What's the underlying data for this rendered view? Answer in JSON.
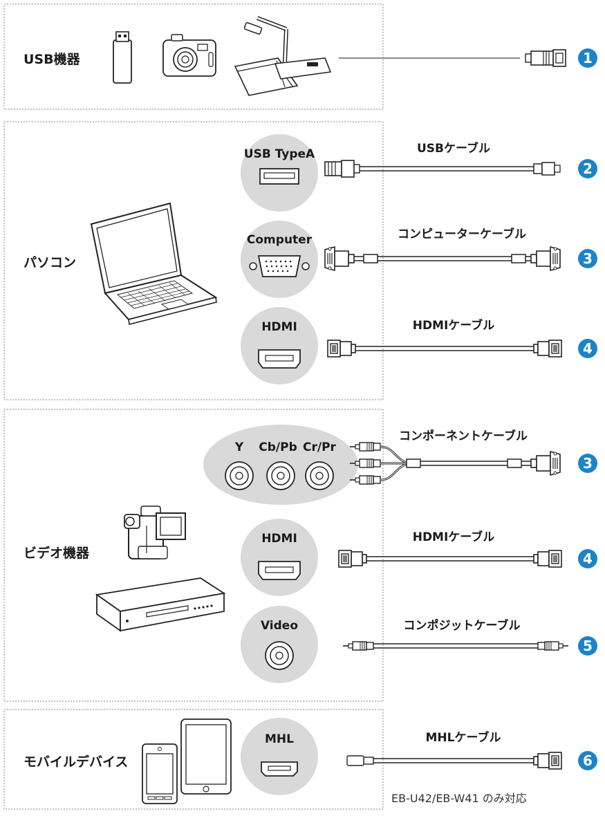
{
  "sections": {
    "usb_devices": {
      "label": "USB機器",
      "badge": "1"
    },
    "computer": {
      "label": "パソコン",
      "ports": {
        "usb_typea": "USB TypeA",
        "computer": "Computer",
        "hdmi": "HDMI"
      },
      "cables": {
        "usb": "USBケーブル",
        "computer": "コンピューターケーブル",
        "hdmi": "HDMIケーブル"
      },
      "badges": {
        "usb": "2",
        "computer": "3",
        "hdmi": "4"
      }
    },
    "video": {
      "label": "ビデオ機器",
      "ports": {
        "y": "Y",
        "cb": "Cb/Pb",
        "cr": "Cr/Pr",
        "hdmi": "HDMI",
        "video": "Video"
      },
      "cables": {
        "component": "コンポーネントケーブル",
        "hdmi": "HDMIケーブル",
        "composite": "コンポジットケーブル"
      },
      "badges": {
        "component": "3",
        "hdmi": "4",
        "composite": "5"
      }
    },
    "mobile": {
      "label": "モバイルデバイス",
      "ports": {
        "mhl": "MHL"
      },
      "cables": {
        "mhl": "MHLケーブル"
      },
      "badges": {
        "mhl": "6"
      },
      "note": "EB-U42/EB-W41 のみ対応"
    }
  },
  "colors": {
    "badge": "#1d83c8",
    "port_circle": "#d9d9d9",
    "border": "#9a9a9a"
  },
  "icons": [
    "usb-stick-icon",
    "camera-icon",
    "document-camera-icon",
    "laptop-icon",
    "camcorder-icon",
    "dvd-player-icon",
    "tablet-icon",
    "smartphone-icon"
  ]
}
